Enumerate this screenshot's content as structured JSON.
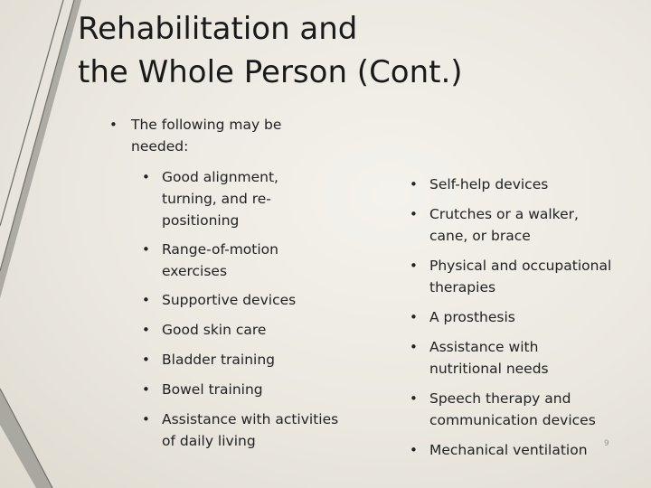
{
  "slide": {
    "title_line1": "Rehabilitation and",
    "title_line2": "the Whole Person (Cont.)",
    "intro_bullet": "The following may be needed:",
    "left_items": [
      "Good alignment, turning, and re-positioning",
      "Range-of-motion exercises",
      "Supportive devices",
      "Good skin care",
      "Bladder training",
      "Bowel training",
      "Assistance with activities of daily living"
    ],
    "right_items": [
      "Self-help devices",
      "Crutches or a walker, cane, or brace",
      "Physical and occupational therapies",
      "A prosthesis",
      "Assistance with nutritional needs",
      "Speech therapy and communication devices",
      "Mechanical ventilation"
    ],
    "slide_number": "9",
    "bullet_glyph": "•",
    "colors": {
      "text": "#222222",
      "background": "#ebe8e0",
      "accent_lines": "#5a5a5a"
    }
  }
}
